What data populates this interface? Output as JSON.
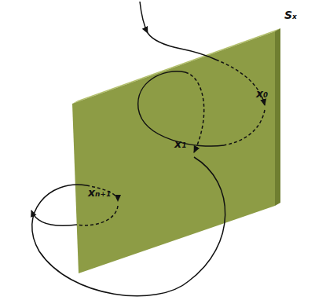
{
  "diagram": {
    "labels": [
      "Sₓ",
      "x₀",
      "x₁",
      "xₙ₊₁"
    ]
  }
}
